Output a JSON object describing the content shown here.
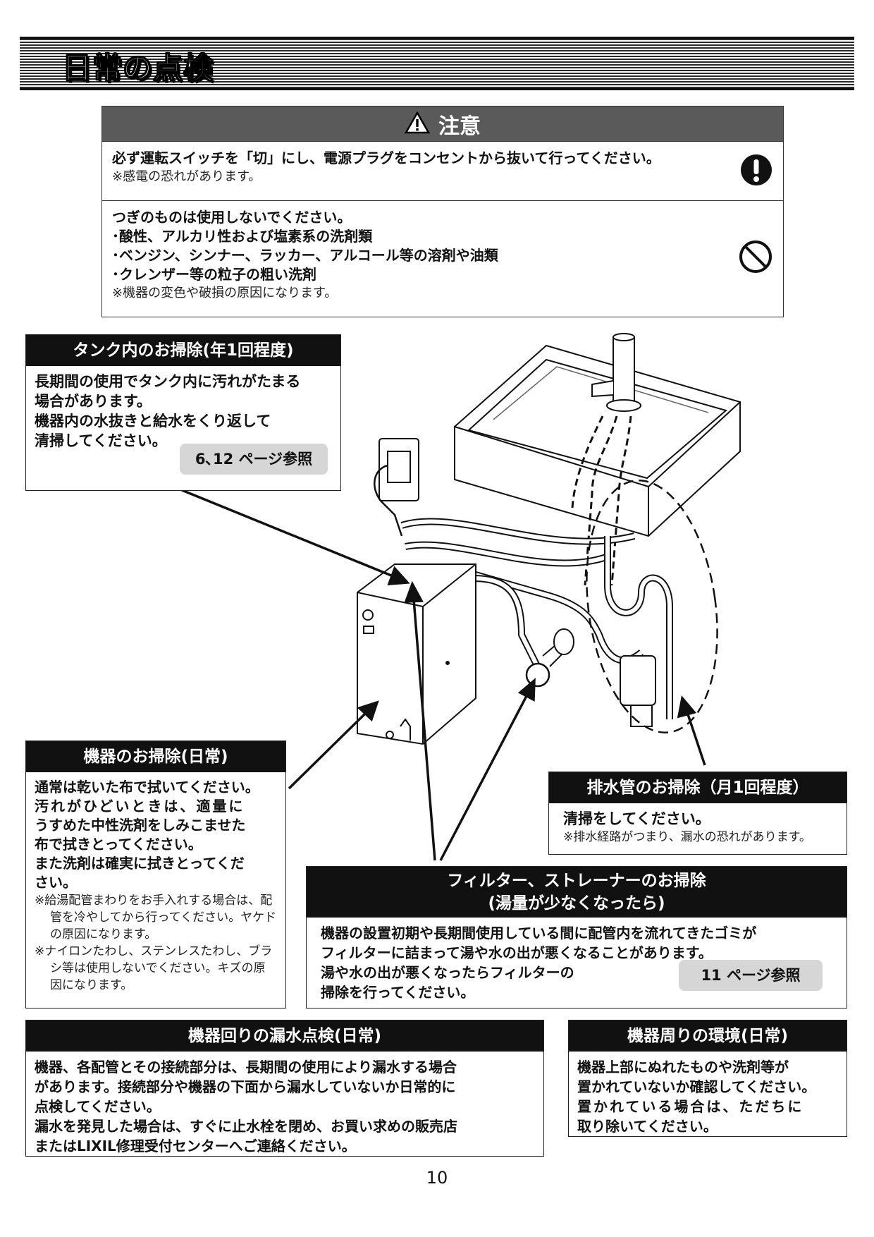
{
  "page": {
    "title": "日常の点検",
    "page_number": "10"
  },
  "caution": {
    "heading": "注意",
    "items": [
      {
        "main": "必ず運転スイッチを「切」にし、電源プラグをコンセントから抜いて行ってください。",
        "note": "※感電の恐れがあります。",
        "icon": "exclamation-icon"
      },
      {
        "main_lines": [
          "つぎのものは使用しないでください。",
          "･酸性、アルカリ性および塩素系の洗剤類",
          "･ベンジン、シンナー、ラッカー、アルコール等の溶剤や油類",
          "･クレンザー等の粒子の粗い洗剤"
        ],
        "note": "※機器の変色や破損の原因になります。",
        "icon": "prohibited-icon"
      }
    ]
  },
  "tank": {
    "heading": "タンク内のお掃除(年1回程度)",
    "lines": [
      "長期間の使用でタンク内に汚れがたまる",
      "場合があります。",
      "機器内の水抜きと給水をくり返して",
      "清掃してください。"
    ],
    "ref": "6､12 ページ参照"
  },
  "device": {
    "heading": "機器のお掃除(日常)",
    "lines": [
      "通常は乾いた布で拭いてください。",
      "汚れがひどいときは、適量に",
      "うすめた中性洗剤をしみこませた",
      "布で拭きとってください。",
      "また洗剤は確実に拭きとってくだ",
      "さい。"
    ],
    "notes": [
      "※給湯配管まわりをお手入れする場合は、配管を冷やしてから行ってください。ヤケドの原因になります。",
      "※ナイロンたわし、ステンレスたわし、ブラシ等は使用しないでください。キズの原因になります。"
    ]
  },
  "drain": {
    "heading": "排水管のお掃除（月1回程度）",
    "main": "清掃をしてください。",
    "note": "※排水経路がつまり、漏水の恐れがあります。"
  },
  "filter": {
    "heading_line1": "フィルター、ストレーナーのお掃除",
    "heading_line2": "(湯量が少なくなったら)",
    "lines": [
      "機器の設置初期や長期間使用している間に配管内を流れてきたゴミが",
      "フィルターに詰まって湯や水の出が悪くなることがあります。",
      "湯や水の出が悪くなったらフィルターの",
      "掃除を行ってください。"
    ],
    "ref": "11 ページ参照"
  },
  "leak": {
    "heading": "機器回りの漏水点検(日常)",
    "lines": [
      "機器、各配管とその接続部分は、長期間の使用により漏水する場合",
      "があります。接続部分や機器の下面から漏水していないか日常的に",
      "点検してください。",
      "漏水を発見した場合は、すぐに止水栓を閉め、お買い求めの販売店",
      "またはLIXIL修理受付センターへご連絡ください。"
    ]
  },
  "env": {
    "heading": "機器周りの環境(日常)",
    "lines": [
      "機器上部にぬれたものや洗剤等が",
      "置かれていないか確認してください。",
      "置かれている場合は、ただちに",
      "取り除いてください。"
    ]
  }
}
